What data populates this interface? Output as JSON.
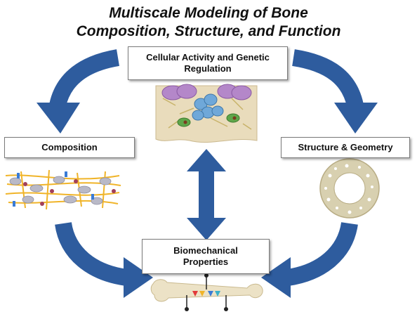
{
  "title": {
    "line1": "Multiscale Modeling of Bone",
    "line2": "Composition, Structure, and Function"
  },
  "nodes": {
    "cellular": "Cellular Activity and Genetic Regulation",
    "composition": "Composition",
    "structure": "Structure & Geometry",
    "biomechanical": "Biomechanical Properties"
  },
  "colors": {
    "arrow": "#2e5c9e",
    "bone": "#e6dcc2",
    "collagen": "#f0b429",
    "mineral": "#b9b9c7"
  },
  "icons": [
    "bone-tissue-illustration",
    "collagen-network-illustration",
    "bone-cross-section-illustration",
    "femur-loading-illustration"
  ]
}
